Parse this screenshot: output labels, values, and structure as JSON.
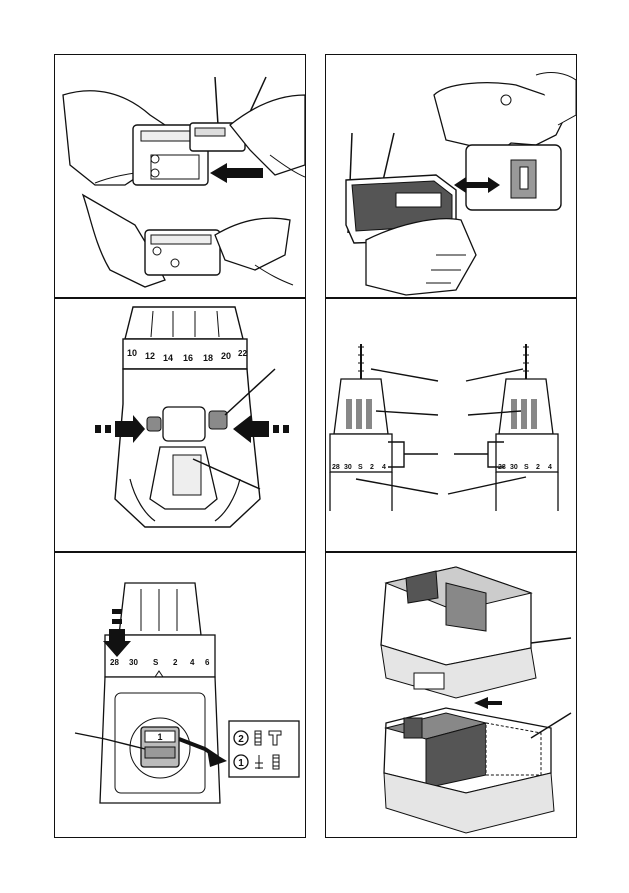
{
  "dial_top": [
    "10",
    "12",
    "14",
    "16",
    "18",
    "20",
    "22"
  ],
  "dial_low": [
    "28",
    "30",
    "S",
    "2",
    "4",
    "6"
  ],
  "dial_right": [
    "28",
    "30",
    "S",
    "2",
    "4"
  ],
  "gear_selector": {
    "current": "1"
  },
  "legend": [
    {
      "num": "2"
    },
    {
      "num": "1"
    }
  ],
  "colors": {
    "line": "#111111",
    "dark_grey": "#555555",
    "mid_grey": "#8a8a8a",
    "light_grey": "#d9d9d9"
  }
}
